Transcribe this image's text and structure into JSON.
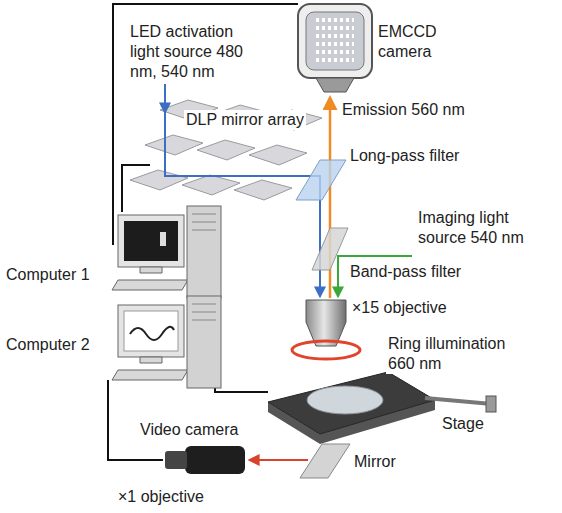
{
  "diagram": {
    "labels": [
      "LED activation light source 480 nm, 540 nm",
      "EMCCD camera",
      "DLP mirror array",
      "Emission 560 nm",
      "Long-pass filter",
      "Imaging light source 540 nm",
      "Computer 1",
      "Band-pass filter",
      "×15 objective",
      "Computer 2",
      "Ring illumination 660 nm",
      "Stage",
      "Video camera",
      "Mirror",
      "×1 objective"
    ]
  }
}
